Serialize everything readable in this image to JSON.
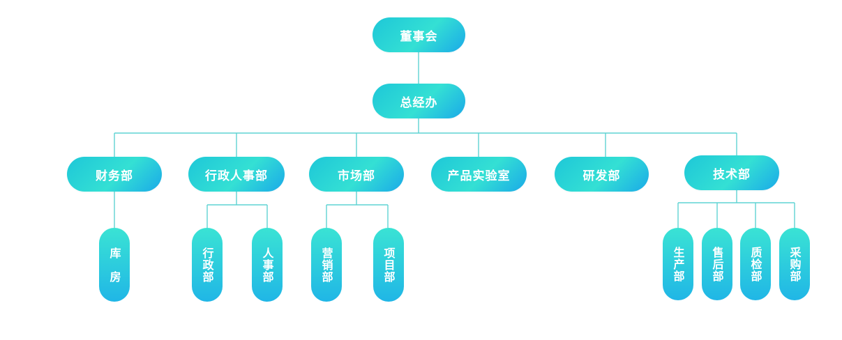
{
  "nodes": {
    "board": "董事会",
    "gm_office": "总经办",
    "finance": "财务部",
    "admin_hr": "行政人事部",
    "marketing_dept": "市场部",
    "product_lab": "产品实验室",
    "rnd": "研发部",
    "tech": "技术部",
    "warehouse": "库房",
    "admin": "行政部",
    "hr": "人事部",
    "sales": "营销部",
    "project": "项目部",
    "production": "生产部",
    "after_sales": "售后部",
    "quality": "质检部",
    "purchasing": "采购部"
  },
  "colors": {
    "line": "#5fd3d3",
    "gradient_start": "#34e0d4",
    "gradient_end": "#1aa9e8"
  }
}
